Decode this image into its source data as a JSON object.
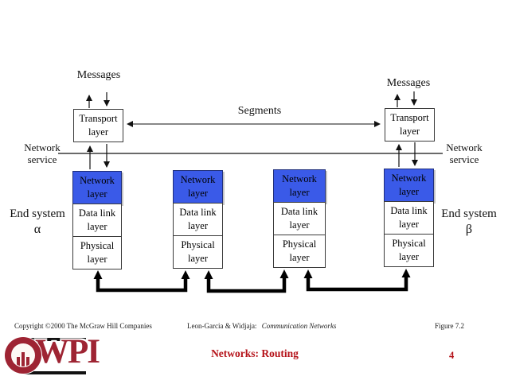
{
  "diagram": {
    "messages_left": "Messages",
    "messages_right": "Messages",
    "segments_label": "Segments",
    "network_service_left": {
      "line1": "Network",
      "line2": "service"
    },
    "network_service_right": {
      "line1": "Network",
      "line2": "service"
    },
    "end_system_left": {
      "line1": "End system",
      "line2": "α"
    },
    "end_system_right": {
      "line1": "End system",
      "line2": "β"
    },
    "transport_label": "Transport layer",
    "layers": [
      "Network layer",
      "Data link layer",
      "Physical layer"
    ]
  },
  "footer": {
    "copyright": "Copyright ©2000 The McGraw Hill Companies",
    "credit_prefix": "Leon-Garcia & Widjaja:",
    "credit_title": "Communication Networks",
    "figure_label": "Figure 7.2",
    "slide_title": "Networks: Routing",
    "page_number": "4",
    "logo_text": "WPI"
  },
  "colors": {
    "network_layer_box": "#3a5ae8",
    "title_red": "#b51219",
    "wpi_crimson": "#9e2433",
    "line_black": "#111111"
  }
}
